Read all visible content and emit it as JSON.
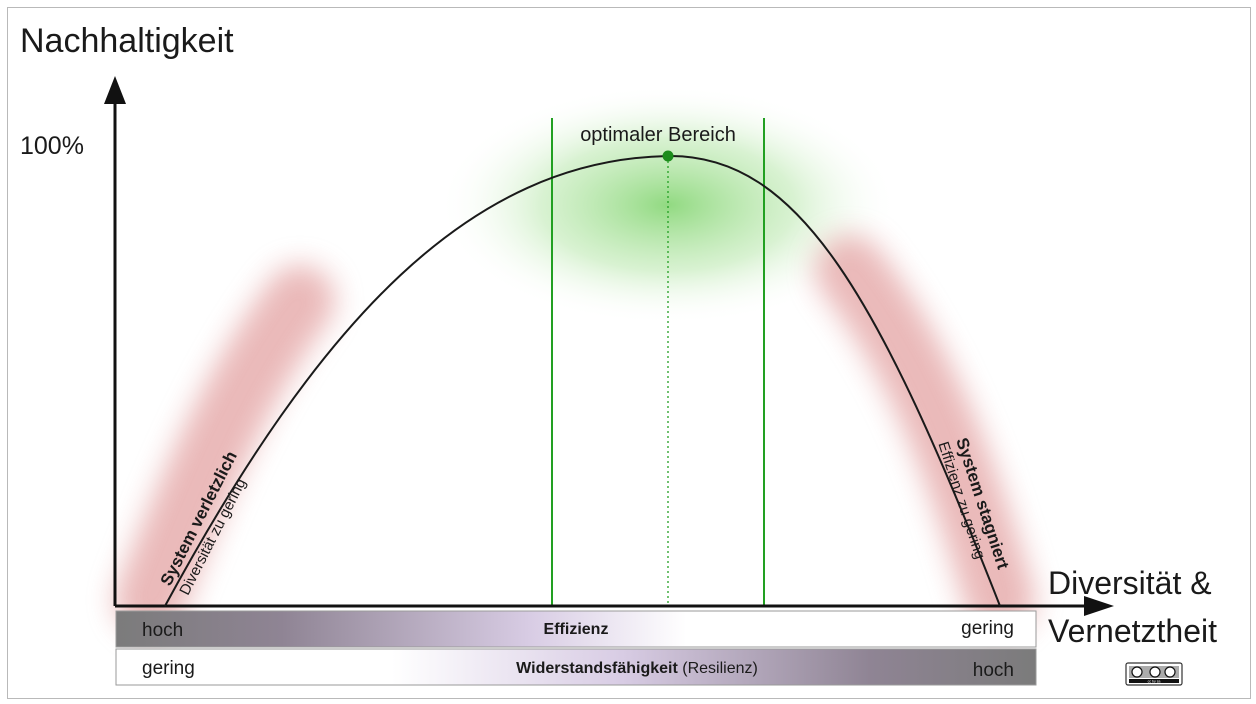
{
  "axes": {
    "y_label": "Nachhaltigkeit",
    "y_tick": "100%",
    "x_label_line1": "Diversität &",
    "x_label_line2": "Vernetztheit"
  },
  "zones": {
    "optimal_label": "optimaler Bereich",
    "left_title": "System verletzlich",
    "left_subtitle": "Diversität zu gering",
    "right_title": "System stagniert",
    "right_subtitle": "Effizienz zu gering"
  },
  "bars": {
    "efficiency": {
      "left": "hoch",
      "center": "Effizienz",
      "right": "gering"
    },
    "resilience": {
      "left": "gering",
      "center_bold": "Widerstandsfähigkeit",
      "center_normal": " (Resilienz)",
      "right": "hoch"
    }
  },
  "license_badge": {
    "text": "cc by sa"
  },
  "colors": {
    "curve": "#1a1a1a",
    "optimal_lines": "#22a022",
    "optimal_glow": "#7ed36b",
    "danger_glow": "#d98080",
    "efficiency_bar_dark": "#7a7a7a",
    "resilience_bar_dark": "#7a7a7a",
    "bar_light_tint": "#b9a6cf"
  }
}
